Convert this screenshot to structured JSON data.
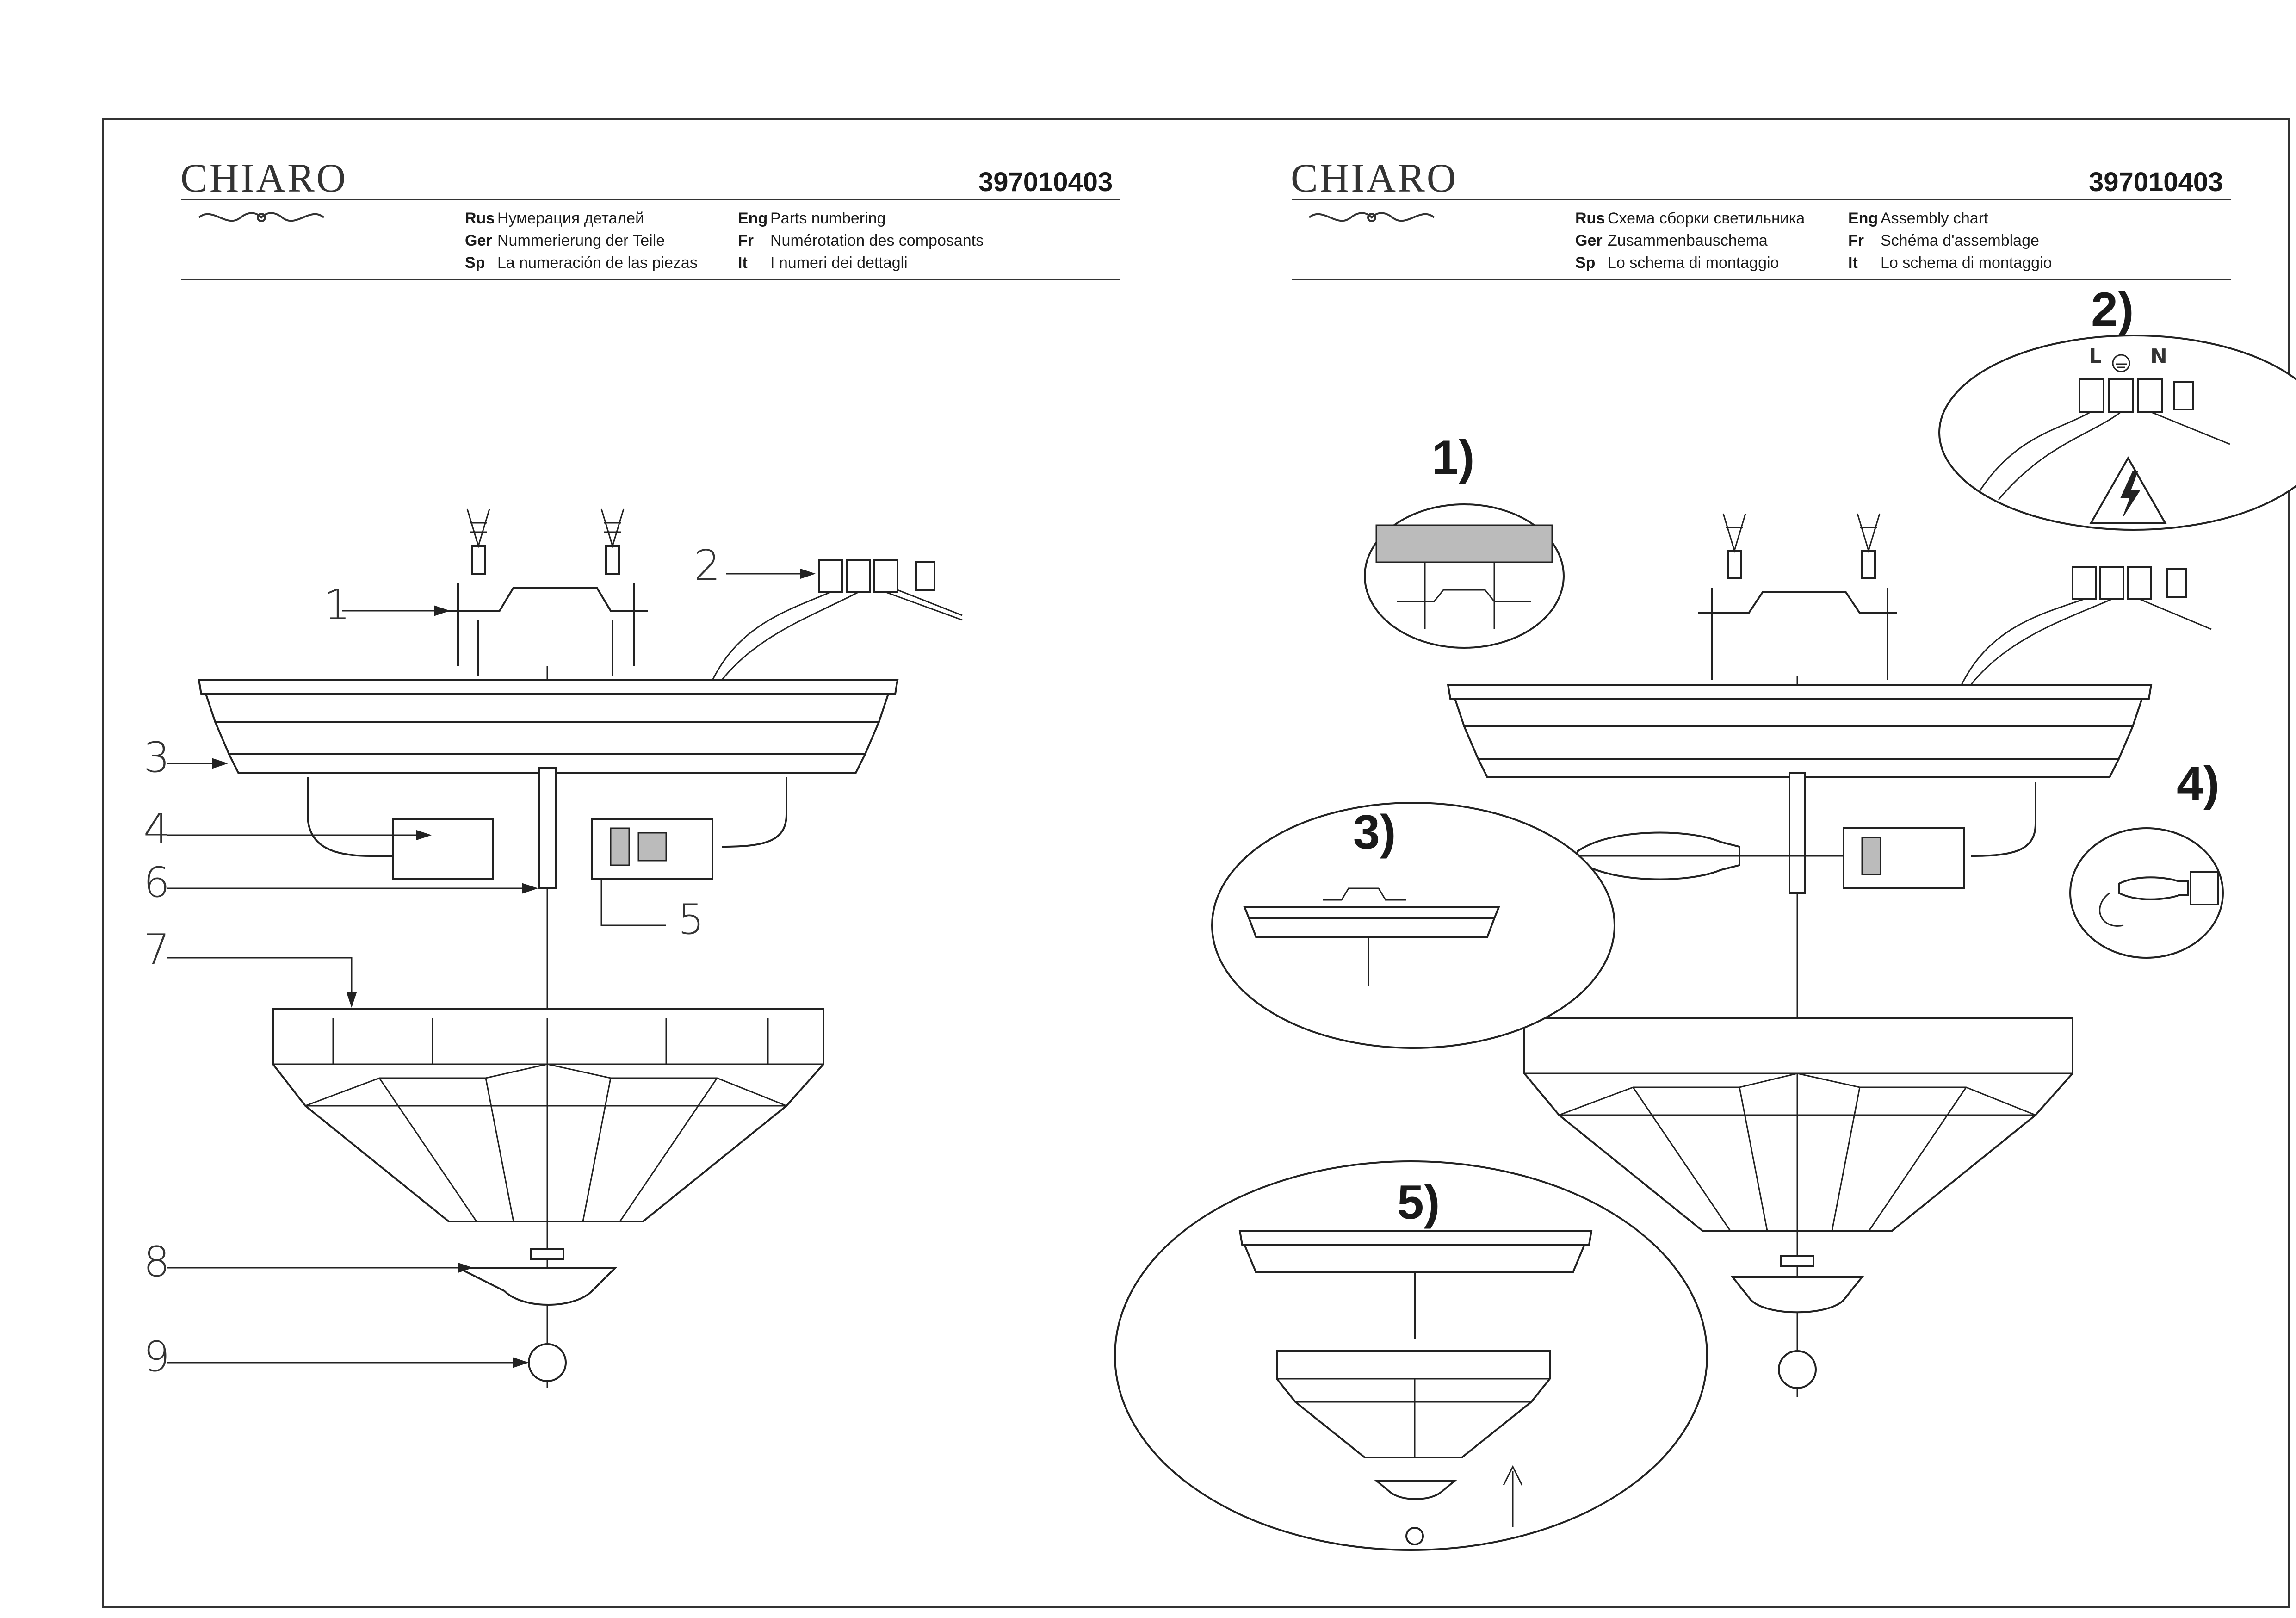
{
  "brand": "CHIARO",
  "left_page": {
    "doc_number": "397010403",
    "languages": [
      {
        "code": "Rus",
        "text": "Нумерация деталей"
      },
      {
        "code": "Eng",
        "text": "Parts numbering"
      },
      {
        "code": "Ger",
        "text": "Nummerierung der Teile"
      },
      {
        "code": "Fr",
        "text": "Numérotation des composants"
      },
      {
        "code": "Sp",
        "text": "La numeración de las piezas"
      },
      {
        "code": "It",
        "text": "I numeri dei dettagli"
      }
    ],
    "callouts": [
      "1",
      "2",
      "3",
      "4",
      "5",
      "6",
      "7",
      "8",
      "9"
    ]
  },
  "right_page": {
    "doc_number": "397010403",
    "languages": [
      {
        "code": "Rus",
        "text": "Схема сборки светильника"
      },
      {
        "code": "Eng",
        "text": "Assembly chart"
      },
      {
        "code": "Ger",
        "text": "Zusammenbauschema"
      },
      {
        "code": "Fr",
        "text": "Schéma d'assemblage"
      },
      {
        "code": "Sp",
        "text": "Lo schema di montaggio"
      },
      {
        "code": "It",
        "text": "Lo schema di montaggio"
      }
    ],
    "steps": [
      "1)",
      "2)",
      "3)",
      "4)",
      "5)"
    ],
    "terminal_labels": [
      "L",
      "N"
    ]
  },
  "icons": [
    "ornament-icon",
    "earth-ground-icon",
    "high-voltage-warning-icon"
  ]
}
